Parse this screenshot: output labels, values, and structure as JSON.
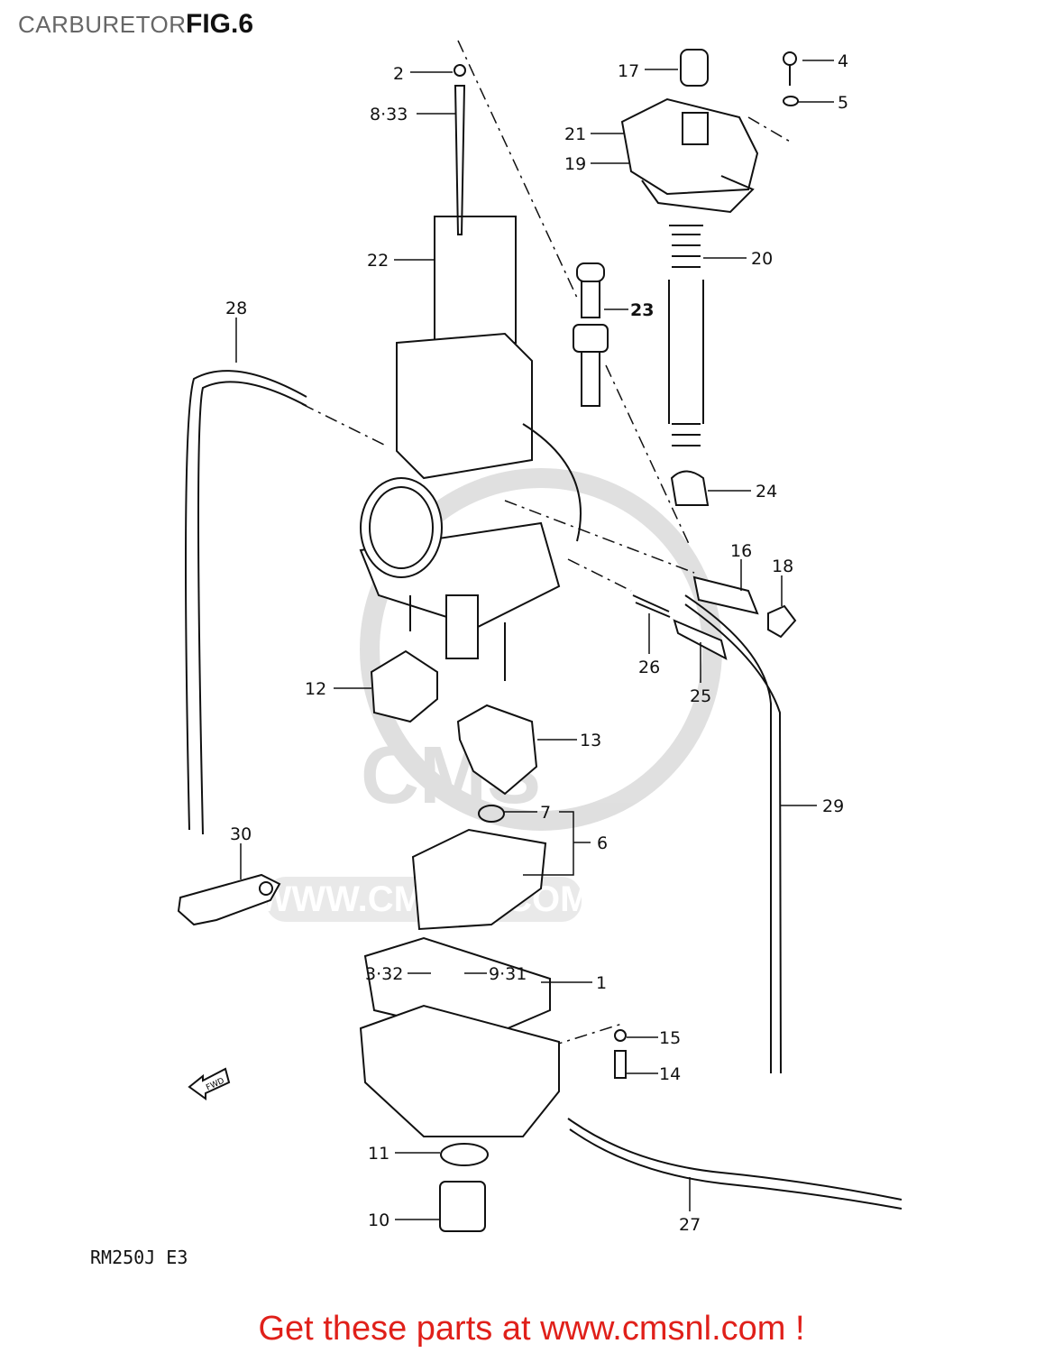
{
  "header": {
    "title": "CARBURETOR",
    "figure": "FIG.6"
  },
  "model_code": "RM250J E3",
  "watermark": {
    "logo": "CMS",
    "url": "WWW.CMSNL.COM"
  },
  "footer": {
    "text": "Get these parts at www.cmsnl.com !",
    "color": "#e0201a"
  },
  "callouts": [
    "2",
    "8·33",
    "17",
    "4",
    "5",
    "21",
    "19",
    "22",
    "20",
    "28",
    "23",
    "24",
    "16",
    "18",
    "26",
    "12",
    "25",
    "13",
    "29",
    "7",
    "6",
    "30",
    "3·32",
    "9·31",
    "1",
    "15",
    "14",
    "11",
    "27",
    "10"
  ],
  "fwd_arrow": "FWD"
}
